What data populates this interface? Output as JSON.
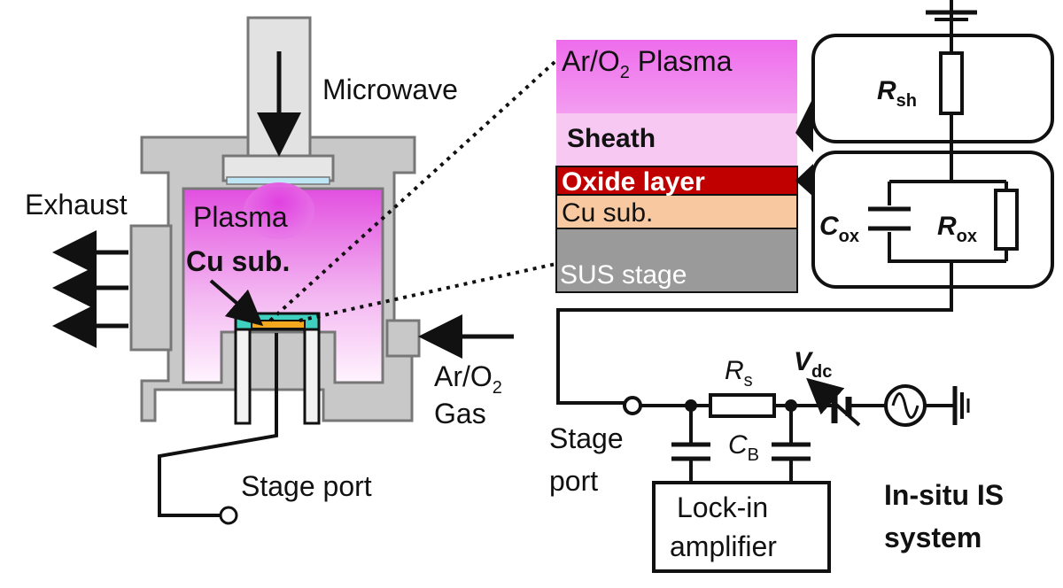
{
  "chamber": {
    "microwave_label": "Microwave",
    "exhaust_label": "Exhaust",
    "plasma_label": "Plasma",
    "substrate_label": "Cu sub.",
    "gas_label_line1": "Ar/O",
    "gas_label_sub": "2",
    "gas_label_line2": "Gas",
    "stage_port_label": "Stage port"
  },
  "layers": {
    "plasma_label": "Ar/O",
    "plasma_sub": "2",
    "plasma_suffix": " Plasma",
    "sheath_label": "Sheath",
    "oxide_label": "Oxide layer",
    "cu_label": "Cu sub.",
    "sus_label": "SUS stage"
  },
  "circuit": {
    "r_sh_main": "R",
    "r_sh_sub": "sh",
    "c_ox_main": "C",
    "c_ox_sub": "ox",
    "r_ox_main": "R",
    "r_ox_sub": "ox",
    "r_s_main": "R",
    "r_s_sub": "s",
    "c_b_main": "C",
    "c_b_sub": "B",
    "v_dc_main": "V",
    "v_dc_sub": "dc",
    "stage_port_line1": "Stage",
    "stage_port_line2": "port",
    "lockin_line1": "Lock-in",
    "lockin_line2": "amplifier",
    "system_line1": "In-situ IS",
    "system_line2": "system"
  },
  "colors": {
    "plasma_pink": "#e95ce8",
    "sheath_pink": "#f7c8f2",
    "oxide_red": "#c00000",
    "cu_orange": "#f8c9a0",
    "sus_gray": "#9a9a9a",
    "chamber_gray": "#c8c8c8"
  }
}
